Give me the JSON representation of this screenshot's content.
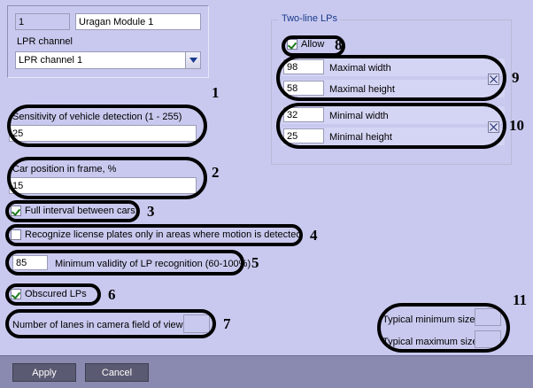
{
  "window": {
    "background_color": "#c9c9ef",
    "bottom_bar_color": "#8a8ab0"
  },
  "module_panel": {
    "id_value": "1",
    "name_value": "Uragan Module 1",
    "channel_label": "LPR channel",
    "channel_selected": "LPR channel 1",
    "channel_options": [
      "LPR channel 1"
    ],
    "dropdown_icon": "chevron-down-icon"
  },
  "left": {
    "sensitivity": {
      "label": "Sensitivity of vehicle detection (1 - 255)",
      "value": "25"
    },
    "car_position": {
      "label": "Car position in frame, %",
      "value": "15"
    },
    "full_interval": {
      "label": "Full interval between cars",
      "checked": true
    },
    "recognize_motion_only": {
      "label": "Recognize license plates only in areas where motion is detected",
      "checked": false
    },
    "min_validity": {
      "value": "85",
      "label": "Minimum validity of LP recognition (60-100%)"
    },
    "obscured": {
      "label": "Obscured LPs",
      "checked": true
    },
    "lanes": {
      "label": "Number of lanes in camera field of view",
      "value": ""
    }
  },
  "two_line_lps": {
    "group_title": "Two-line LPs",
    "allow": {
      "label": "Allow",
      "checked": true
    },
    "maximal": {
      "width": {
        "label": "Maximal width",
        "value": "98"
      },
      "height": {
        "label": "Maximal height",
        "value": "58"
      },
      "clear_icon": "x-icon"
    },
    "minimal": {
      "width": {
        "label": "Minimal width",
        "value": "32"
      },
      "height": {
        "label": "Minimal height",
        "value": "25"
      },
      "clear_icon": "x-icon"
    }
  },
  "typical_size": {
    "minimum": {
      "label": "Typical minimum size",
      "value": ""
    },
    "maximum": {
      "label": "Typical maximum size",
      "value": ""
    }
  },
  "buttons": {
    "apply": "Apply",
    "cancel": "Cancel"
  },
  "annotations": {
    "n1": "1",
    "n2": "2",
    "n3": "3",
    "n4": "4",
    "n5": "5",
    "n6": "6",
    "n7": "7",
    "n8": "8",
    "n9": "9",
    "n10": "10",
    "n11": "11"
  }
}
